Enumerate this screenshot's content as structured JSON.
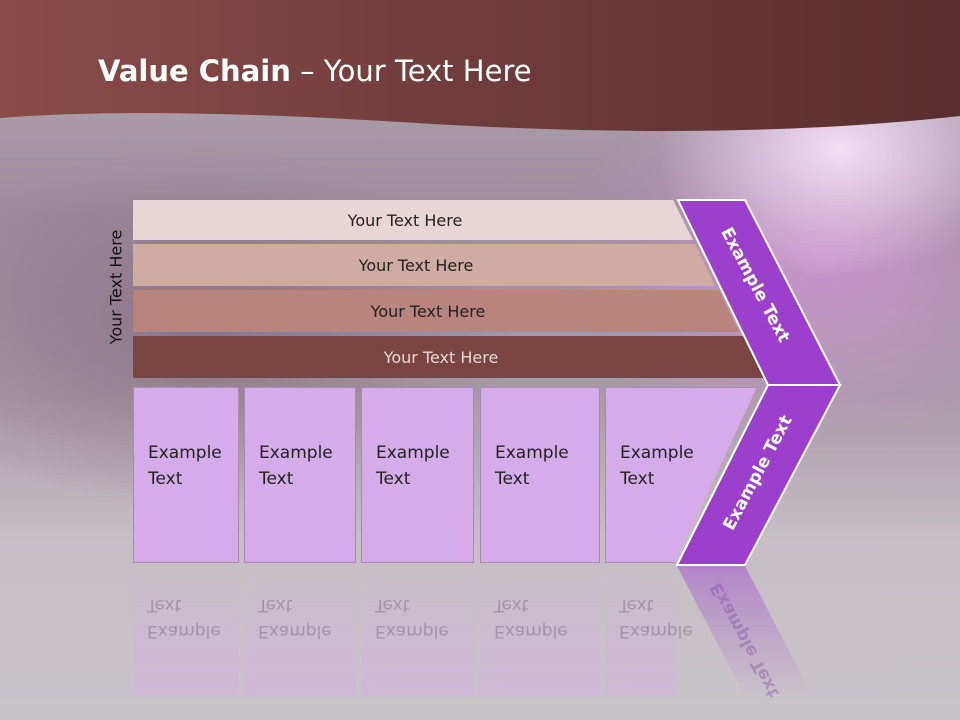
{
  "title": {
    "bold": "Value Chain",
    "rest": " – Your Text Here"
  },
  "side_label": "Your Text Here",
  "bars": [
    {
      "label": "Your Text Here"
    },
    {
      "label": "Your Text Here"
    },
    {
      "label": "Your Text Here"
    },
    {
      "label": "Your Text Here"
    }
  ],
  "boxes": [
    {
      "line1": "Example",
      "line2": "Text"
    },
    {
      "line1": "Example",
      "line2": "Text"
    },
    {
      "line1": "Example",
      "line2": "Text"
    },
    {
      "line1": "Example",
      "line2": "Text"
    },
    {
      "line1": "Example",
      "line2": "Text"
    }
  ],
  "chevron": {
    "top_label": "Example Text",
    "bottom_label": "Example Text"
  },
  "colors": {
    "header": "#6e3a3a",
    "chevron": "#9b3fcc",
    "box": "#d6abea"
  }
}
